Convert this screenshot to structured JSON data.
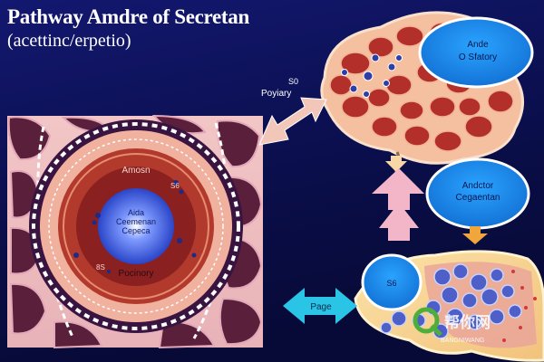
{
  "title": "Pathway Amdre of Secretan",
  "subtitle": "(acettinc/erpetio)",
  "labels": {
    "so": "S0",
    "poyiary": "Poyiary",
    "cross_ring": "Amosn",
    "center_line1": "Aida",
    "center_line2": "Ceemenan",
    "center_line3": "Cepeca",
    "ring_s6": "S6",
    "ring_bottom": "Pocinory",
    "ring_left": "8S",
    "oval_top_line1": "Ande",
    "oval_top_line2": "O Sfatory",
    "oval_mid_line1": "Andctor",
    "oval_mid_line2": "Cegaentan",
    "oval_small": "S6",
    "arrow_label": "Page",
    "watermark_main": "帮你网",
    "watermark_sub": "BANGNIWANG"
  },
  "colors": {
    "background_top": "#0c0f5a",
    "background_bottom": "#070a38",
    "oval_blue": "#1e8fe8",
    "arrow_pink": "#f3c0c8",
    "arrow_cyan": "#29c4e6",
    "tissue_red": "#b5352a",
    "ring_peach": "#f1b7a3",
    "center_blue": "#4a6cf0"
  },
  "icons": [
    "double-arrow-icon",
    "up-arrow-icon",
    "down-arrow-icon",
    "watermark-logo-icon"
  ]
}
